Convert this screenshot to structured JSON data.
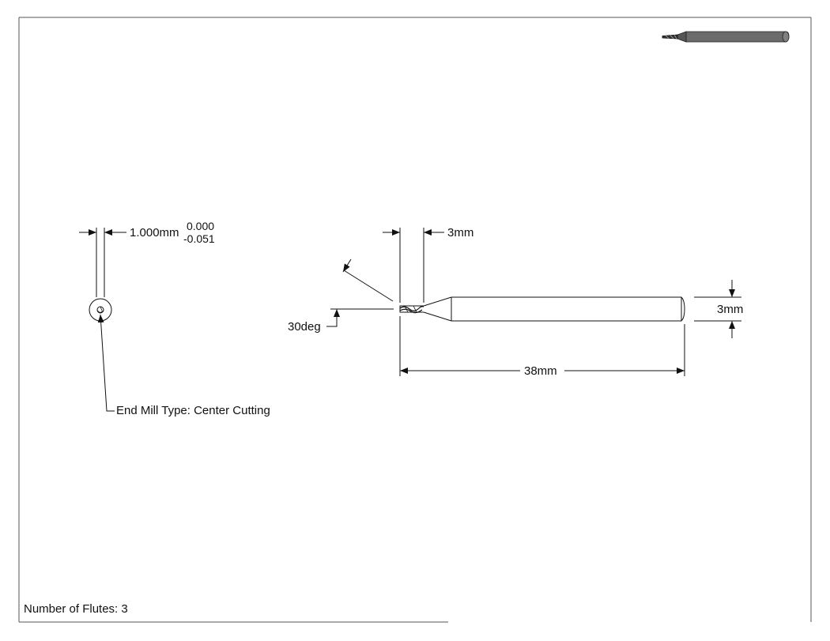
{
  "end_view": {
    "diameter_label": "1.000mm",
    "tolerance_upper": "0.000",
    "tolerance_lower": "-0.051",
    "type_callout": "End Mill Type: Center Cutting"
  },
  "side_view": {
    "flute_length_label": "3mm",
    "helix_angle_label": "30deg",
    "shank_diameter_label": "3mm",
    "overall_length_label": "38mm"
  },
  "notes": {
    "flutes": "Number of Flutes: 3"
  },
  "colors": {
    "line": "#111111",
    "frame": "#555555",
    "iso_body": "#6b6b6b"
  }
}
